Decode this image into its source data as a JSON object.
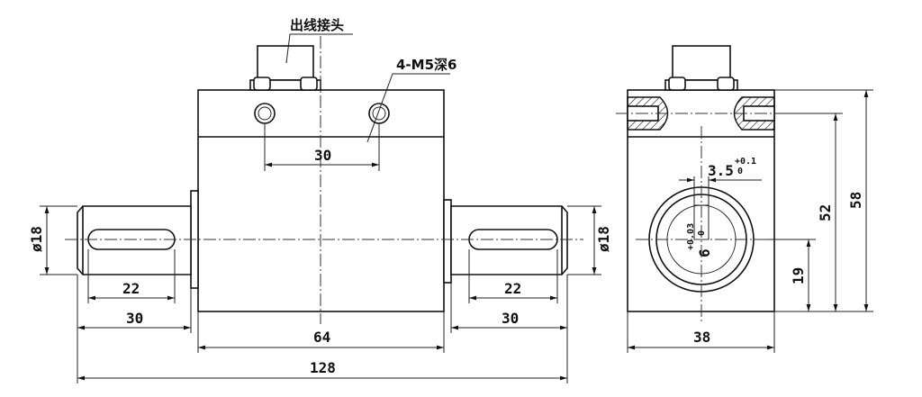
{
  "labels": {
    "cable_connector": "出线接头",
    "threaded_holes": "4-M5深6"
  },
  "dimensions": {
    "overall_length": "128",
    "body_length": "64",
    "shaft_length_left": "30",
    "shaft_length_right": "30",
    "keyway_left": "22",
    "keyway_right": "22",
    "hole_spacing": "30",
    "shaft_dia_left": "ø18",
    "shaft_dia_right": "ø18",
    "body_width": "38",
    "total_height": "58",
    "center_height": "52",
    "base_height": "19",
    "keyway_width": "3.5",
    "keyway_width_tol_upper": "+0.1",
    "keyway_width_tol_lower": "0",
    "keyway_depth": "6",
    "keyway_depth_tol_upper": "+0.03",
    "keyway_depth_tol_lower": "0"
  },
  "colors": {
    "line": "#111111",
    "background": "#ffffff"
  }
}
